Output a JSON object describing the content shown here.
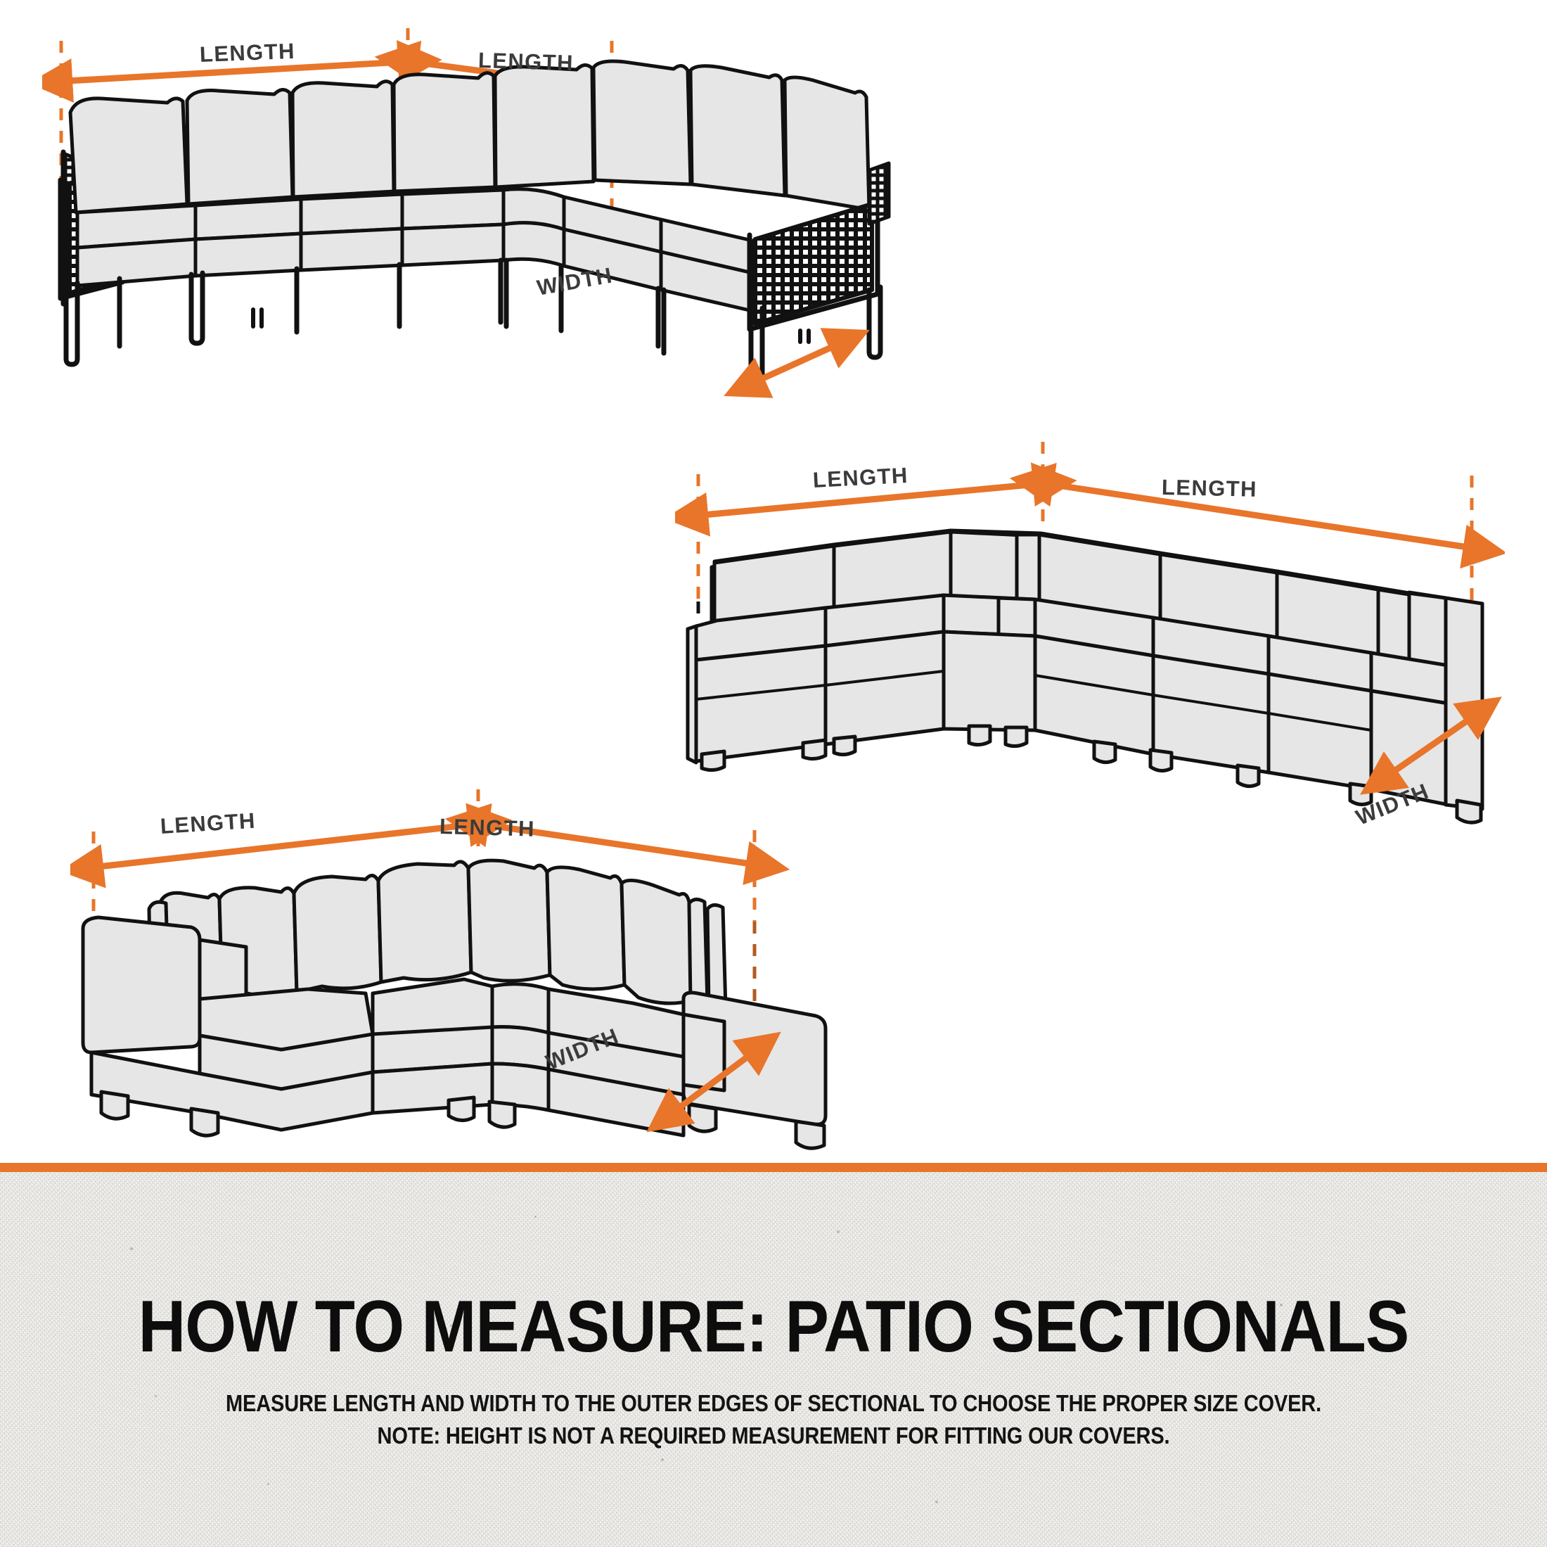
{
  "page": {
    "background_color": "#ffffff",
    "accent_color": "#E8752A",
    "label_color": "#3b3b3b",
    "line_color": "#111111",
    "cushion_fill": "#e6e6e6"
  },
  "diagrams": [
    {
      "id": "wicker-sectional",
      "name": "Wicker frame patio sectional",
      "labels": {
        "length_left": "LENGTH",
        "length_right": "LENGTH",
        "width": "WIDTH"
      }
    },
    {
      "id": "modular-sectional",
      "name": "Modular box patio sectional",
      "labels": {
        "length_left": "LENGTH",
        "length_right": "LENGTH",
        "width": "WIDTH"
      }
    },
    {
      "id": "upholstered-sectional",
      "name": "Deep cushion upholstered patio sectional",
      "labels": {
        "length_left": "LENGTH",
        "length_right": "LENGTH",
        "width": "WIDTH"
      }
    }
  ],
  "footer": {
    "headline": "HOW TO MEASURE: PATIO SECTIONALS",
    "subline_1": "MEASURE LENGTH AND WIDTH TO THE OUTER EDGES OF SECTIONAL TO CHOOSE THE PROPER SIZE COVER.",
    "subline_2": "NOTE: HEIGHT IS NOT A REQUIRED MEASUREMENT FOR FITTING OUR COVERS."
  }
}
